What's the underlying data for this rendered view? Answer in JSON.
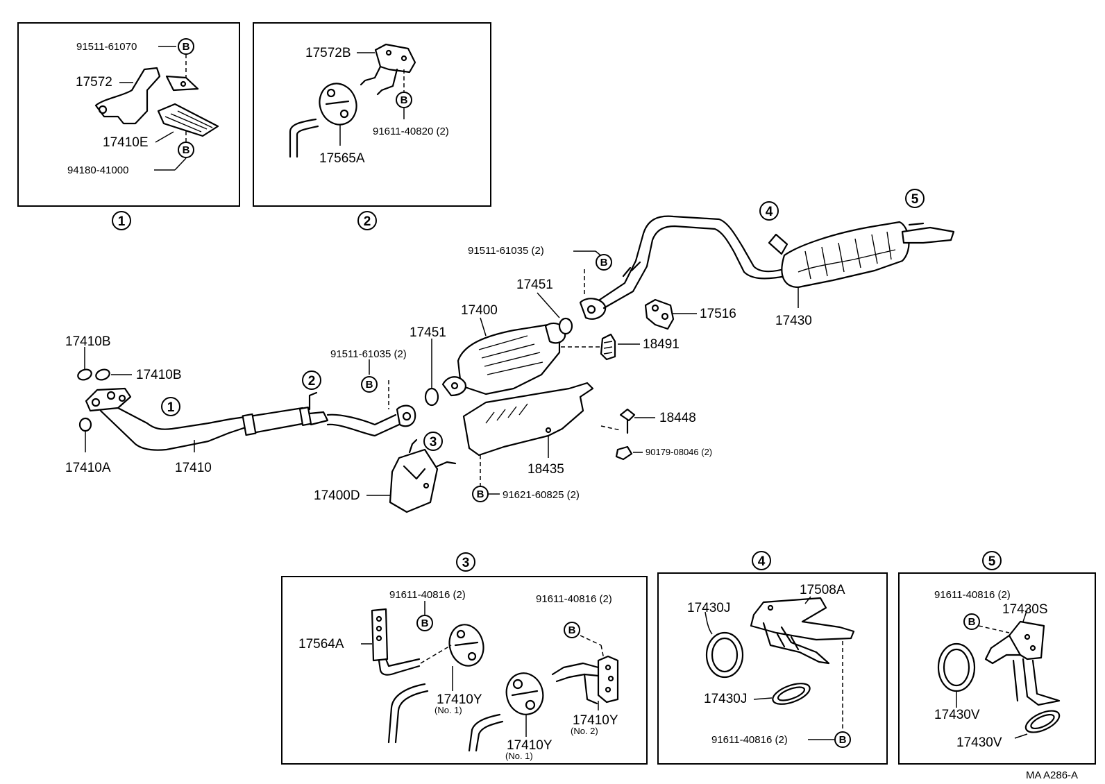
{
  "boxes": {
    "box1": {
      "number": "1",
      "l1": "91511-61070",
      "l2": "17572",
      "l3": "17410E",
      "l4": "94180-41000"
    },
    "box2": {
      "number": "2",
      "l1": "17572B",
      "l2": "91611-40820 (2)",
      "l3": "17565A"
    },
    "box3": {
      "number": "3",
      "l1": "91611-40816 (2)",
      "l2": "91611-40816 (2)",
      "l3": "17564A",
      "l4": "17410Y",
      "l4n": "(No. 1)",
      "l5": "17410Y",
      "l5n": "(No. 2)",
      "l6": "17410Y",
      "l6n": "(No. 1)"
    },
    "box4": {
      "number": "4",
      "l1": "17508A",
      "l2": "17430J",
      "l3": "17430J",
      "l4": "91611-40816 (2)"
    },
    "box5": {
      "number": "5",
      "l1": "91611-40816 (2)",
      "l2": "17430S",
      "l3": "17430V",
      "l4": "17430V"
    }
  },
  "bolt_symbol": "B",
  "main": {
    "l_17410B_a": "17410B",
    "l_17410B_b": "17410B",
    "l_17410A": "17410A",
    "l_17410": "17410",
    "l_17400D": "17400D",
    "l_91511_a": "91511-61035 (2)",
    "l_17451_a": "17451",
    "l_17400": "17400",
    "l_17451_b": "17451",
    "l_91511_b": "91511-61035 (2)",
    "l_17516": "17516",
    "l_17430": "17430",
    "l_18491": "18491",
    "l_18448": "18448",
    "l_90179": "90179-08046 (2)",
    "l_18435": "18435",
    "l_91621": "91621-60825 (2)",
    "c1": "1",
    "c2": "2",
    "c3": "3",
    "c4": "4",
    "c5": "5"
  },
  "footer": "MA  A286-A"
}
